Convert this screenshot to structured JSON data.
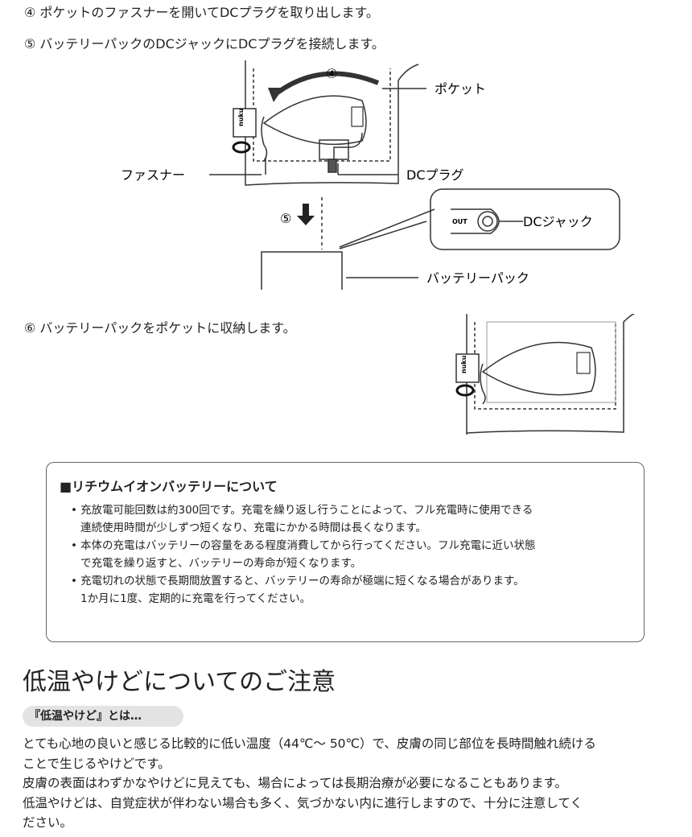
{
  "steps": {
    "step4": "④ ポケットのファスナーを開いてDCプラグを取り出します。",
    "step5": "⑤ バッテリーパックのDCジャックにDCプラグを接続します。",
    "step6": "⑥ バッテリーパックをポケットに収納します。"
  },
  "figure1": {
    "num4": "④",
    "num5": "⑤",
    "label_pocket": "ポケット",
    "label_fastener": "ファスナー",
    "label_dcplug": "DCプラグ",
    "label_dcjack": "DCジャック",
    "label_battery": "バッテリーパック",
    "out_label": "OUT",
    "logo": "nuku"
  },
  "figure2": {
    "logo": "nuku"
  },
  "battery_note": {
    "title": "■リチウムイオンバッテリーについて",
    "items": [
      [
        "充放電可能回数は約300回です。充電を繰り返し行うことによって、フル充電時に使用できる",
        "連続使用時間が少しずつ短くなり、充電にかかる時間は長くなります。"
      ],
      [
        "本体の充電はバッテリーの容量をある程度消費してから行ってください。フル充電に近い状態",
        "で充電を繰り返すと、バッテリーの寿命が短くなります。"
      ],
      [
        "充電切れの状態で長期間放置すると、バッテリーの寿命が極端に短くなる場合があります。",
        "1か月に1度、定期的に充電を行ってください。"
      ]
    ]
  },
  "low_temp": {
    "heading": "低温やけどについてのご注意",
    "pill": "『低温やけど』とは…",
    "lines": [
      "とても心地の良いと感じる比較的に低い温度（44℃～ 50℃）で、皮膚の同じ部位を長時間触れ続ける",
      "ことで生じるやけどです。",
      "皮膚の表面はわずかなやけどに見えても、場合によっては長期治療が必要になることもあります。",
      "低温やけどは、自覚症状が伴わない場合も多く、気づかない内に進行しますので、十分に注意してく",
      "ださい。"
    ]
  }
}
